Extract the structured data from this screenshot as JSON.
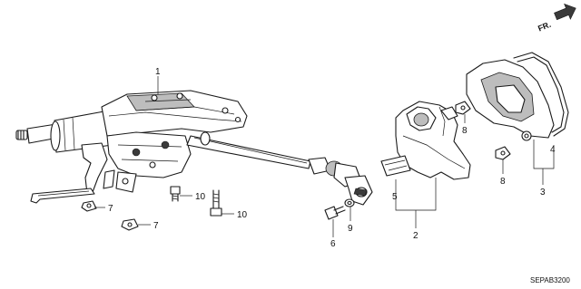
{
  "direction_label": "FR.",
  "diagram_code": "SEPAB3200",
  "callouts": [
    "1",
    "2",
    "3",
    "4",
    "5",
    "6",
    "7",
    "7",
    "8",
    "8",
    "9",
    "10",
    "10"
  ]
}
